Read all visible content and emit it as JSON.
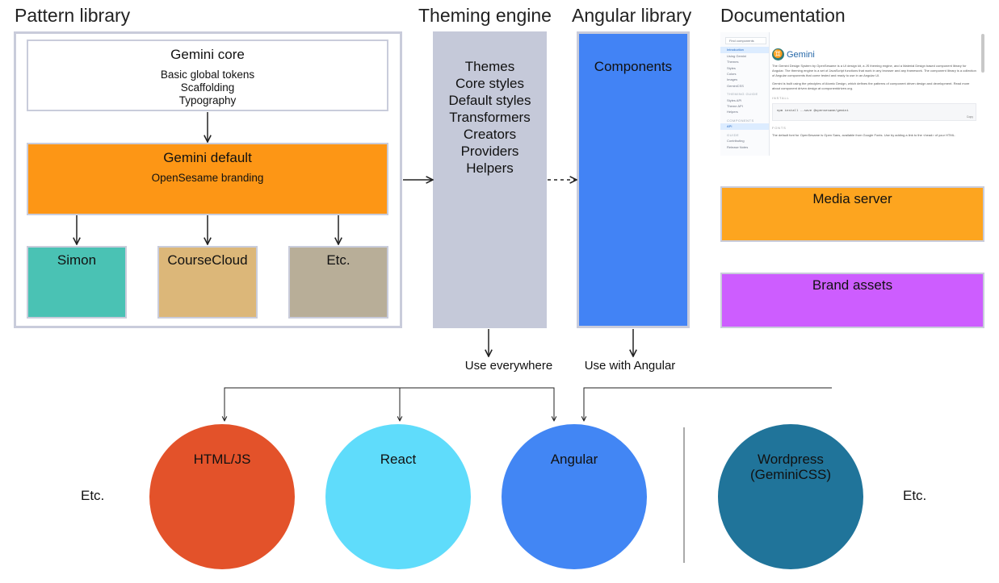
{
  "headings": {
    "pattern_library": "Pattern library",
    "theming_engine": "Theming engine",
    "angular_library": "Angular library",
    "documentation": "Documentation"
  },
  "gemini_core": {
    "title": "Gemini core",
    "lines": [
      "Basic global tokens",
      "Scaffolding",
      "Typography"
    ]
  },
  "gemini_default": {
    "title": "Gemini default",
    "subtitle": "OpenSesame branding"
  },
  "brands": [
    "Simon",
    "CourseCloud",
    "Etc."
  ],
  "theming_items": [
    "Themes",
    "Core styles",
    "Default styles",
    "Transformers",
    "Creators",
    "Providers",
    "Helpers"
  ],
  "angular_items": [
    "Components"
  ],
  "use_labels": {
    "everywhere": "Use everywhere",
    "angular": "Use with Angular"
  },
  "media_server": "Media server",
  "brand_assets": "Brand assets",
  "targets": [
    "HTML/JS",
    "React",
    "Angular",
    "Wordpress (GeminiCSS)"
  ],
  "etc_left": "Etc.",
  "etc_right": "Etc.",
  "doc_screenshot": {
    "search_placeholder": "Find components",
    "nav": [
      "Introduction",
      "Using Gemini",
      "Themes",
      "Styles",
      "Colors",
      "Images",
      "GeminiCSS"
    ],
    "sections": [
      "THEMING GUIDE",
      "COMPONENTS",
      "GUIDE"
    ],
    "theming_nav": [
      "Styles API",
      "Theme API",
      "Helpers"
    ],
    "components_nav": [
      "API"
    ],
    "guide_nav": [
      "Contributing",
      "Release Notes"
    ],
    "title": "Gemini",
    "para1": "The Gemini Design System by OpenSesame is a UI design kit, a JS theming engine, and a Material Design based component library for Angular. The theming engine is a set of JavaScript functions that work in any browser and any framework. The component library is a collection of Angular components that come tested and ready to use in an Angular UI.",
    "para2": "Gemini is built using the principles of Atomic Design, which defines the patterns of component driven design and development. Read more about component driven design at componentdriven.org.",
    "install_label": "INSTALL",
    "install_cmd": "npm install --save @opensesame/gemini",
    "copy_label": "Copy",
    "fonts_label": "FONTS",
    "para3": "The default font for OpenSesame is Open Sans, available from Google Fonts. Use by adding a link to the <head> of your HTML."
  },
  "colors": {
    "gemini_default": "#fd9615",
    "simon": "#4ac2b4",
    "coursecloud": "#dcb779",
    "etc": "#b8ae98",
    "theming": "#c5c9d9",
    "angular_lib": "#4283f5",
    "media_server": "#fda51f",
    "brand_assets": "#cd5dff",
    "html_js": "#e3522a",
    "react": "#5fdcfb",
    "angular": "#4286f4",
    "wordpress": "#20749a"
  }
}
